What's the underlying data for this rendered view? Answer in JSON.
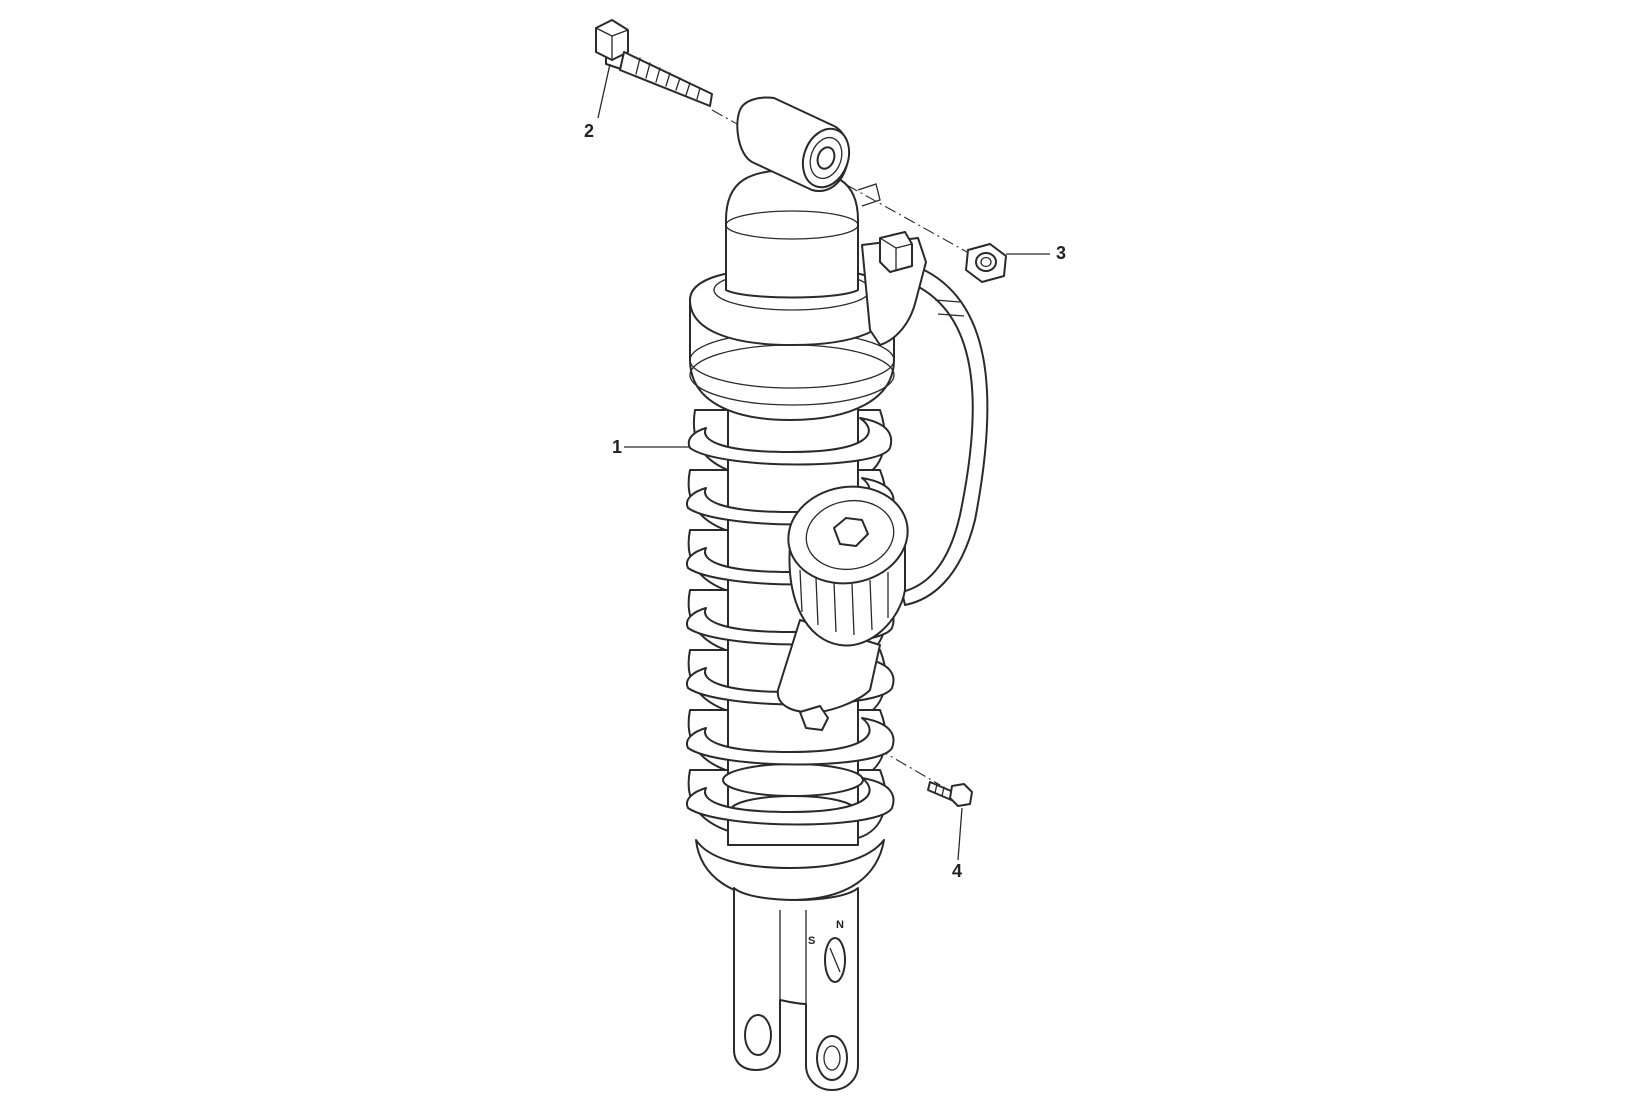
{
  "callouts": [
    {
      "id": "1",
      "label": "1"
    },
    {
      "id": "2",
      "label": "2"
    },
    {
      "id": "3",
      "label": "3"
    },
    {
      "id": "4",
      "label": "4"
    }
  ],
  "marks": {
    "s": "S",
    "n": "N"
  },
  "colors": {
    "line": "#2a2a2a",
    "background": "#ffffff"
  }
}
